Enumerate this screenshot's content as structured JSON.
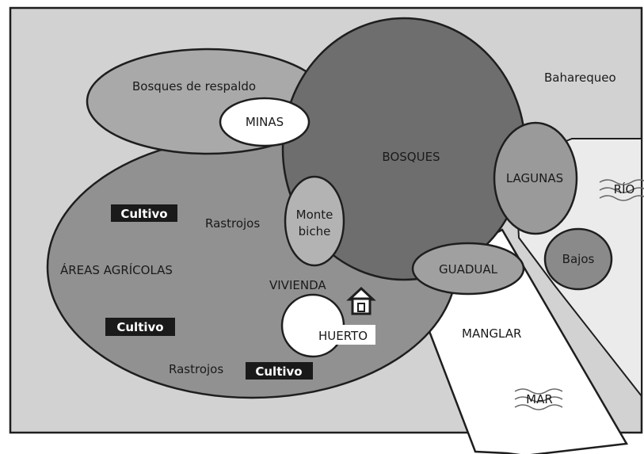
{
  "labels": {
    "bosques_respaldo": "Bosques de respaldo",
    "minas": "MINAS",
    "bosques": "BOSQUES",
    "bahareque": "Baharequeo",
    "lagunas": "LAGUNAS",
    "rio": "RÍO",
    "bajos": "Bajos",
    "guadual": "GUADUAL",
    "monte_biche_line1": "Monte",
    "monte_biche_line2": "biche",
    "rastrojos_top": "Rastrojos",
    "areas_agricolas": "ÁREAS AGRÍCOLAS",
    "vivienda": "VIVIENDA",
    "huerto": "HUERTO",
    "manglar": "MANGLAR",
    "mar": "MAR",
    "rastrojos_bottom": "Rastrojos",
    "cultivo_1": "Cultivo",
    "cultivo_2": "Cultivo",
    "cultivo_3": "Cultivo"
  },
  "colors": {
    "frame_bg": "#d2d2d2",
    "outline": "#1e1e1e",
    "bosques": "#6e6e6e",
    "respaldo": "#a9a9a9",
    "areas": "#919191",
    "lagunas": "#9a9a9a",
    "bajos": "#8a8a8a",
    "guadual": "#a0a0a0",
    "monte_biche": "#b3b3b3",
    "river_zone": "#ebebeb",
    "white": "#ffffff",
    "cultivo_box": "#1a1a1a"
  }
}
